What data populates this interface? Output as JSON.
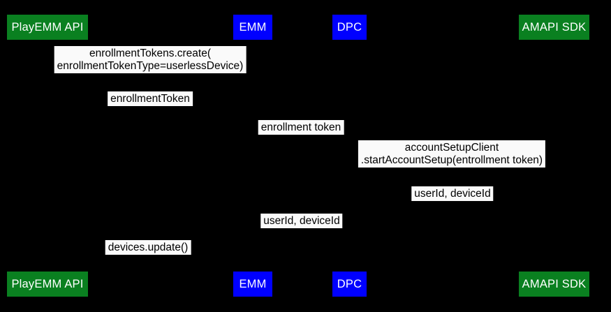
{
  "diagram": {
    "background": "#000000",
    "label_bg": "#fafafa",
    "label_text_color": "#000000",
    "actors": [
      {
        "id": "playemm-api",
        "label": "PlayEMM API",
        "color": "#0a8020",
        "text_color": "#ffffff"
      },
      {
        "id": "emm",
        "label": "EMM",
        "color": "#0000ff",
        "text_color": "#ffffff"
      },
      {
        "id": "dpc",
        "label": "DPC",
        "color": "#0000ff",
        "text_color": "#ffffff"
      },
      {
        "id": "amapi-sdk",
        "label": "AMAPI SDK",
        "color": "#0a8020",
        "text_color": "#ffffff"
      }
    ],
    "messages": [
      {
        "id": "enrollment-tokens-create",
        "lines": [
          "enrollmentTokens.create(",
          "enrollmentTokenType=userlessDevice)"
        ]
      },
      {
        "id": "enrollment-token-return",
        "lines": [
          "enrollmentToken"
        ]
      },
      {
        "id": "enrollment-token-pass",
        "lines": [
          "enrollment token"
        ]
      },
      {
        "id": "start-account-setup",
        "lines": [
          "accountSetupClient",
          ".startAccountSetup(entrollment token)"
        ]
      },
      {
        "id": "userid-deviceid-sdk",
        "lines": [
          "userId, deviceId"
        ]
      },
      {
        "id": "userid-deviceid-emm",
        "lines": [
          "userId, deviceId"
        ]
      },
      {
        "id": "devices-update",
        "lines": [
          "devices.update()"
        ]
      }
    ]
  }
}
